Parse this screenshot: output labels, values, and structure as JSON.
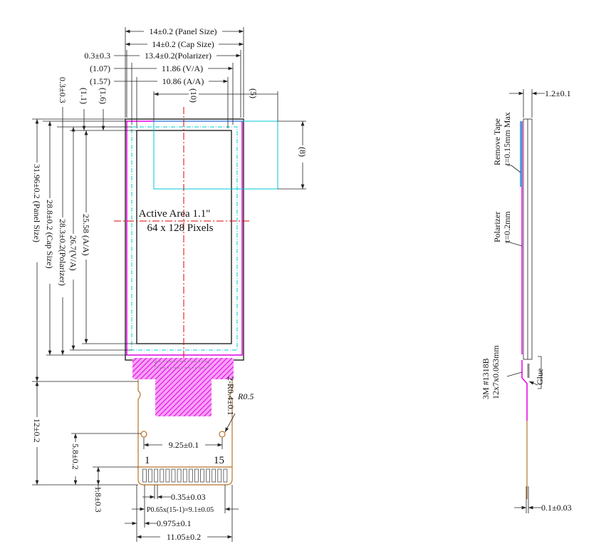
{
  "drawing": {
    "front_view": {
      "active_area_label": "Active Area 1.1\"",
      "pixels_label": "64 x 128 Pixels",
      "pin_first": "1",
      "pin_last": "15"
    },
    "top_dimensions": {
      "panel": "14±0.2 (Panel Size)",
      "cap": "14±0.2 (Cap Size)",
      "polarizer_offset": "0.3±0.3",
      "polarizer": "13.4±0.2(Polarizer)",
      "va_offset": "(1.07)",
      "va": "11.86 (V/A)",
      "aa_offset": "(1.57)",
      "aa": "10.86 (A/A)",
      "ten": "(10)",
      "five": "(5)",
      "eight": "(8)"
    },
    "left_dimensions": {
      "top_offset": "0.3±0.3",
      "offset_11": "(1.1)",
      "offset_16": "(1.6)",
      "panel": "31.96±0.2 (Panel Size)",
      "cap": "28.8±0.2 (Cap Size)",
      "polarizer": "28.3±0.2(Polarizer)",
      "va": "26.7(V/A)",
      "aa": "25.58 (A/A)",
      "fpc_length": "12±0.2",
      "hole_height": "5.8±0.2",
      "pad_height": "1.8±0.3"
    },
    "fpc_dimensions": {
      "radius": "R0.5",
      "hole": "2-R0.4±0.1",
      "hole_pitch": "9.25±0.1",
      "pad_width": "0.35±0.03",
      "pitch": "P0.65x(15-1)=9.1±0.05",
      "pad_offset": "0.975±0.1",
      "fpc_width": "11.05±0.2"
    },
    "side_view": {
      "thickness": "1.2±0.1",
      "remove_tape": "Remove Tape",
      "remove_tape_t": "t=0.15mm Max",
      "polarizer": "Polarizer",
      "polarizer_t": "t=0.2mm",
      "tape": "3M #1318B",
      "tape_size": "12x7x0.063mm",
      "glue": "Glue",
      "fpc_thickness": "0.1±0.03"
    },
    "colors": {
      "magenta": "#e000e0",
      "cyan": "#00c8d8",
      "red": "#e00000",
      "orange": "#b8742a"
    }
  }
}
